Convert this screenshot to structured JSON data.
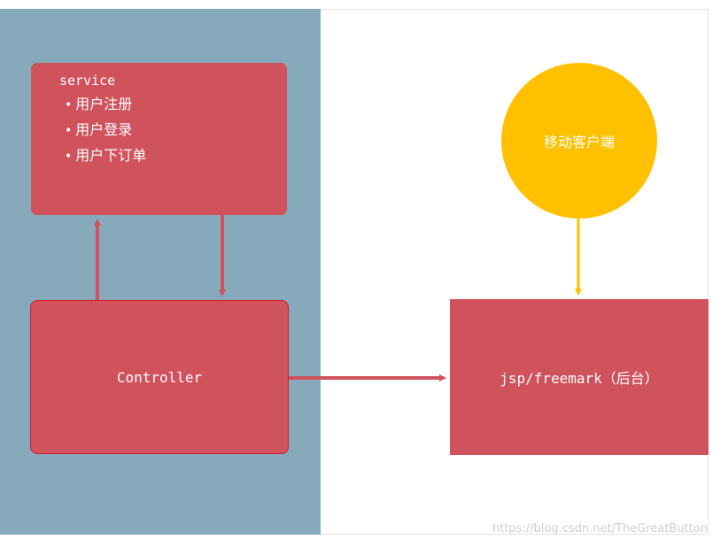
{
  "service": {
    "title": "service",
    "bullet": "•",
    "items": [
      "用户注册",
      "用户登录",
      "用户下订单"
    ]
  },
  "controller": {
    "label": "Controller"
  },
  "backend": {
    "label": "jsp/freemark（后台）"
  },
  "client": {
    "label": "移动客户端"
  },
  "watermark": "https://blog.csdn.net/TheGreatButton",
  "colors": {
    "left_panel": "#86a9bb",
    "box_red": "#cf525c",
    "client_yellow": "#ffc000",
    "arrow_red": "#cf525c",
    "arrow_yellow": "#ffc000"
  }
}
